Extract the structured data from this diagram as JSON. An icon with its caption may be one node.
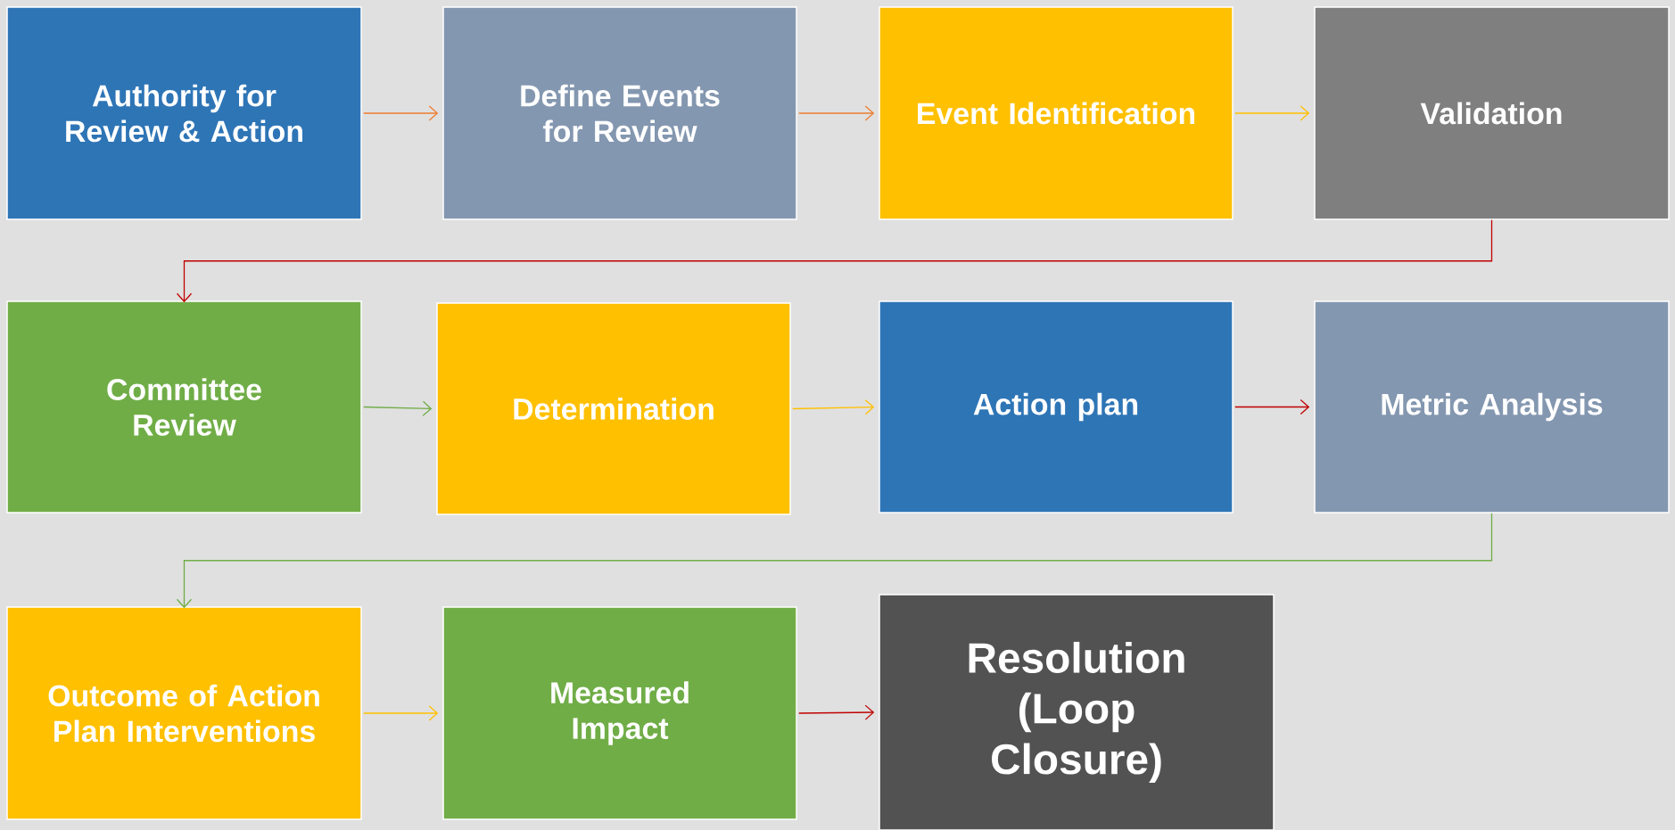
{
  "diagram": {
    "nodes": [
      {
        "text": [
          "Authority for Review & Action"
        ]
      },
      {
        "text": [
          "Define Events for Review"
        ]
      },
      {
        "text": [
          "Event Identification"
        ]
      },
      {
        "text": [
          "Validation"
        ]
      },
      {
        "text": [
          "Committee Review"
        ]
      },
      {
        "text": [
          "Determination"
        ]
      },
      {
        "text": [
          "Action plan"
        ]
      },
      {
        "text": [
          "Metric Analysis"
        ]
      },
      {
        "text": [
          "Outcome of Action Plan Interventions"
        ]
      },
      {
        "text": [
          "Measured Impact"
        ]
      },
      {
        "text": [
          "Resolution (Loop Closure)"
        ]
      }
    ],
    "edges": [
      {
        "from": 0,
        "to": 1,
        "arrow": "to",
        "color": "#ed7d31"
      },
      {
        "from": 1,
        "to": 2,
        "arrow": "to",
        "color": "#ed7d31"
      },
      {
        "from": 2,
        "to": 3,
        "arrow": "to",
        "color": "#ffc000"
      },
      {
        "from": 3,
        "to": 4,
        "arrow": "to",
        "color": "#c00000"
      },
      {
        "from": 4,
        "to": 5,
        "arrow": "to",
        "color": "#70ad47"
      },
      {
        "from": 5,
        "to": 6,
        "arrow": "to",
        "color": "#ffc000"
      },
      {
        "from": 6,
        "to": 7,
        "arrow": "to",
        "color": "#c00000"
      },
      {
        "from": 7,
        "to": 8,
        "arrow": "to",
        "color": "#70ad47"
      },
      {
        "from": 8,
        "to": 9,
        "arrow": "to",
        "color": "#ffc000"
      },
      {
        "from": 9,
        "to": 10,
        "arrow": "to",
        "color": "#c00000"
      }
    ]
  }
}
